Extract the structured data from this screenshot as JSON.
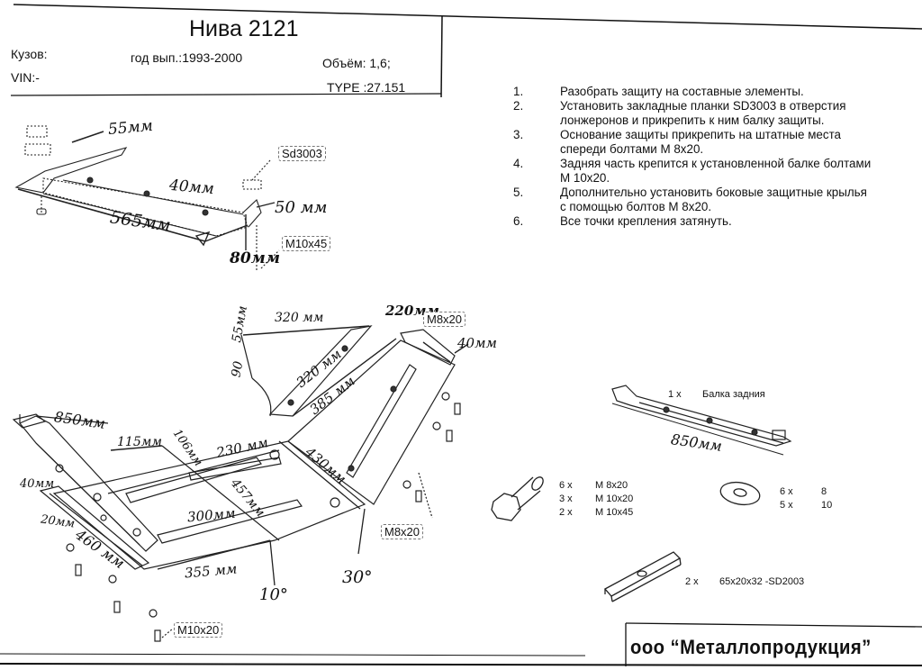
{
  "header": {
    "title": "Нива 2121",
    "body_label": "Кузов:",
    "vin_label": "VIN:-",
    "year_label": "год вып.:1993-2000",
    "volume_label": "Объём: 1,6;",
    "type_label": "TYPE :27.151"
  },
  "instructions": [
    {
      "num": "1.",
      "lines": [
        "Разобрать защиту на составные элементы."
      ]
    },
    {
      "num": "2.",
      "lines": [
        "Установить закладные планки SD3003 в отверстия",
        "лонжеронов и прикрепить к ним балку защиты."
      ]
    },
    {
      "num": "3.",
      "lines": [
        "Основание защиты прикрепить на штатные места",
        "спереди болтами М 8х20."
      ]
    },
    {
      "num": "4.",
      "lines": [
        "Задняя часть крепится к установленной балке болтами",
        "М 10х20."
      ]
    },
    {
      "num": "5.",
      "lines": [
        "Дополнительно установить боковые защитные крылья",
        "с помощью болтов М 8х20."
      ]
    },
    {
      "num": "6.",
      "lines": [
        "Все точки крепления затянуть."
      ]
    }
  ],
  "top_drawing": {
    "dims": [
      "55мм",
      "40мм",
      "565мм",
      "50 мм",
      "80мм"
    ],
    "labels": [
      "Sd3003",
      "M10x45"
    ]
  },
  "main_drawing": {
    "dims": [
      "55мм",
      "320 мм",
      "90",
      "320 мм",
      "385 мм",
      "220мм",
      "40мм",
      "850мм",
      "115мм",
      "106мм",
      "230 мм",
      "430мм",
      "457мм",
      "300мм",
      "40мм",
      "20мм",
      "460 мм",
      "355 мм",
      "10°",
      "30°"
    ],
    "labels": [
      "M8x20",
      "M8x20",
      "M10x20"
    ]
  },
  "rear_beam": {
    "qty": "1 x",
    "name": "Балка задния",
    "dim": "850мм"
  },
  "bolts": [
    {
      "qty": "6 x",
      "size": "M 8x20"
    },
    {
      "qty": "3 x",
      "size": "M 10x20"
    },
    {
      "qty": "2 x",
      "size": "M 10x45"
    }
  ],
  "washers": [
    {
      "qty": "6 x",
      "size": "8"
    },
    {
      "qty": "5 x",
      "size": "10"
    }
  ],
  "plate": {
    "qty": "2 x",
    "size": "65x20x32 -SD2003"
  },
  "footer": {
    "brand": "ооо “Металлопродукция”"
  }
}
